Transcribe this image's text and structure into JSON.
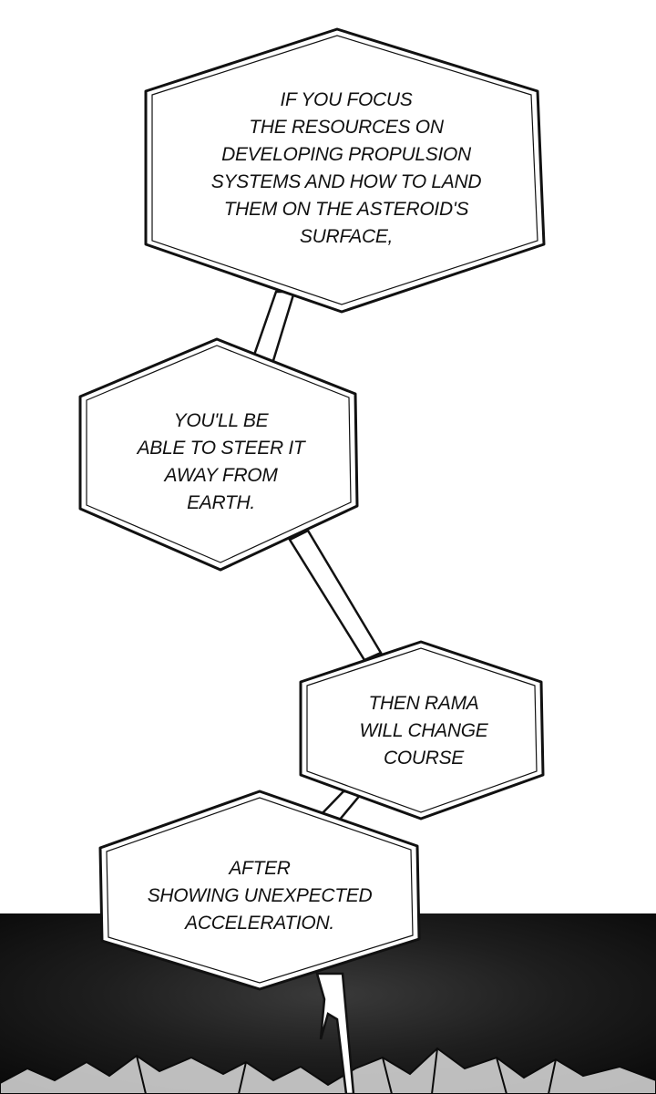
{
  "bubbles": [
    {
      "lines": [
        "IF YOU FOCUS",
        "THE RESOURCES ON",
        "DEVELOPING PROPULSION",
        "SYSTEMS AND HOW TO LAND",
        "THEM ON THE ASTEROID'S",
        "SURFACE,"
      ]
    },
    {
      "lines": [
        "YOU'LL BE",
        "ABLE TO STEER IT",
        "AWAY FROM",
        "EARTH."
      ]
    },
    {
      "lines": [
        "THEN RAMA",
        "WILL CHANGE",
        "COURSE"
      ]
    },
    {
      "lines": [
        "AFTER",
        "SHOWING UNEXPECTED",
        "ACCELERATION."
      ]
    }
  ],
  "colors": {
    "ink": "#111111",
    "paper": "#ffffff",
    "dark_panel": "#141414"
  }
}
